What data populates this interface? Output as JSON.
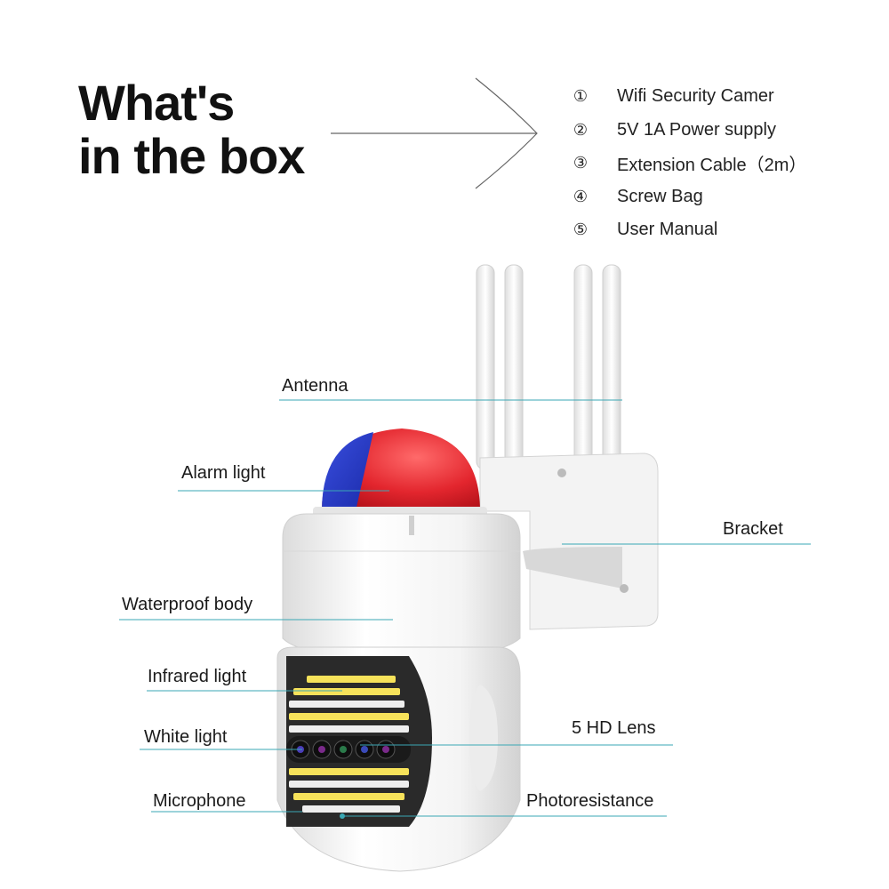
{
  "heading": {
    "line1": "What's",
    "line2": "in the box"
  },
  "box_contents": [
    {
      "num": "①",
      "label": "Wifi Security Camer"
    },
    {
      "num": "②",
      "label": "5V 1A Power supply"
    },
    {
      "num": "③",
      "label": "Extension Cable（2m）"
    },
    {
      "num": "④",
      "label": "Screw Bag"
    },
    {
      "num": "⑤",
      "label": "User Manual"
    }
  ],
  "callouts": {
    "antenna": "Antenna",
    "alarm_light": "Alarm light",
    "bracket": "Bracket",
    "waterproof_body": "Waterproof body",
    "infrared_light": "Infrared light",
    "white_light": "White light",
    "hd_lens": "5 HD Lens",
    "microphone": "Microphone",
    "photoresistance": "Photoresistance"
  },
  "colors": {
    "leader_line": "#3aa7b4",
    "alarm_red": "#e3262e",
    "alarm_blue": "#2639c9"
  }
}
